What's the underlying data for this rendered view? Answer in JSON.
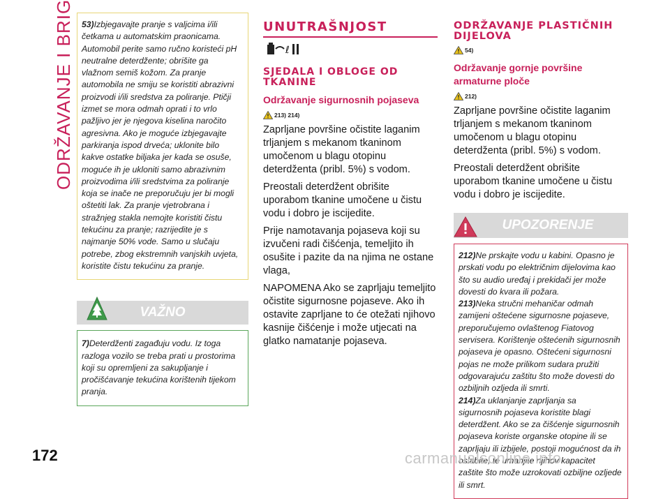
{
  "side_title": "ODRŽAVANJE I BRIGA",
  "page_number": "172",
  "note_top": {
    "num": "53)",
    "text": "Izbjegavajte pranje s valjcima i/ili četkama u automatskim praonicama. Automobil perite samo ručno koristeći pH neutralne deterdžente; obrišite ga vlažnom semiš kožom. Za pranje automobila ne smiju se koristiti abrazivni proizvodi i/ili sredstva za poliranje. Ptičji izmet se mora odmah oprati i to vrlo pažljivo jer je njegova kiselina naročito agresivna. Ako je moguće izbjegavajte parkiranja ispod drveća; uklonite bilo kakve ostatke biljaka jer kada se osuše, moguće ih je ukloniti samo abrazivnim proizvodima i/ili sredstvima za poliranje koja se inače ne preporučuju jer bi mogli oštetiti lak. Za pranje vjetrobrana i stražnjeg stakla nemojte koristiti čistu tekućinu za pranje; razrijedite je s najmanje 50% vode. Samo u slučaju potrebe, zbog ekstremnih vanjskih uvjeta, koristite čistu tekućinu za pranje."
  },
  "important": {
    "heading": "VAŽNO",
    "num": "7)",
    "text": "Deterdženti zagađuju vodu. Iz toga razloga vozilo se treba prati u prostorima koji su opremljeni za sakupljanje i pročišćavanje tekućina korištenih tijekom pranja."
  },
  "col2": {
    "heading": "UNUTRAŠNJOST",
    "icons": "🚿",
    "subheading": "SJEDALA I OBLOGE OD TKANINE",
    "title": "Održavanje sigurnosnih pojaseva",
    "refs": "213) 214)",
    "p1": "Zaprljane površine očistite laganim trljanjem s mekanom tkaninom umočenom u blagu otopinu deterdženta (pribl. 5%) s vodom.",
    "p2": "Preostali deterdžent obrišite uporabom tkanine umočene u čistu vodu i dobro je iscijedite.",
    "p3": "Prije namotavanja pojaseva koji su izvučeni radi čišćenja, temeljito ih osušite i pazite da na njima ne ostane vlaga,",
    "p4": "NAPOMENA Ako se zaprljaju temeljito očistite sigurnosne pojaseve. Ako ih ostavite zaprljane to će otežati njihovo kasnije čišćenje i može utjecati na glatko namatanje pojaseva."
  },
  "col3": {
    "heading": "ODRŽAVANJE PLASTIČNIH DIJELOVA",
    "ref1": "54)",
    "title": "Održavanje gornje površine armaturne ploče",
    "ref2": "212)",
    "p1": "Zaprljane površine očistite laganim trljanjem s mekanom tkaninom umočenom u blagu otopinu deterdženta (pribl. 5%) s vodom.",
    "p2": "Preostali deterdžent obrišite uporabom tkanine umočene u čistu vodu i dobro je iscijedite."
  },
  "warning": {
    "heading": "UPOZORENJE",
    "items": [
      {
        "num": "212)",
        "text": "Ne prskajte vodu u kabini. Opasno je prskati vodu po električnim dijelovima kao što su audio uređaj i prekidači jer može dovesti do kvara ili požara."
      },
      {
        "num": "213)",
        "text": "Neka stručni mehaničar odmah zamijeni oštećene sigurnosne pojaseve, preporučujemo ovlaštenog Fiatovog servisera. Korištenje oštećenih sigurnosnih pojaseva je opasno. Oštećeni sigurnosni pojas ne može prilikom sudara pružiti odgovarajuću zaštitu što može dovesti do ozbiljnih ozljeda ili smrti."
      },
      {
        "num": "214)",
        "text": "Za uklanjanje zaprljanja sa sigurnosnih pojaseva koristite blagi deterdžent. Ako se za čišćenje sigurnosnih pojaseva koriste organske otopine ili se zaprljaju ili izbijele, postoji mogućnost da ih oslabite, te umanjite njihov kapacitet zaštite što može uzrokovati ozbiljne ozljede ili smrt."
      }
    ]
  },
  "watermark": "carmanualsonline.info",
  "colors": {
    "accent": "#c8205a",
    "note_border": "#e8d676",
    "important_border": "#5aa65a",
    "warning_border": "#d03a5a"
  }
}
